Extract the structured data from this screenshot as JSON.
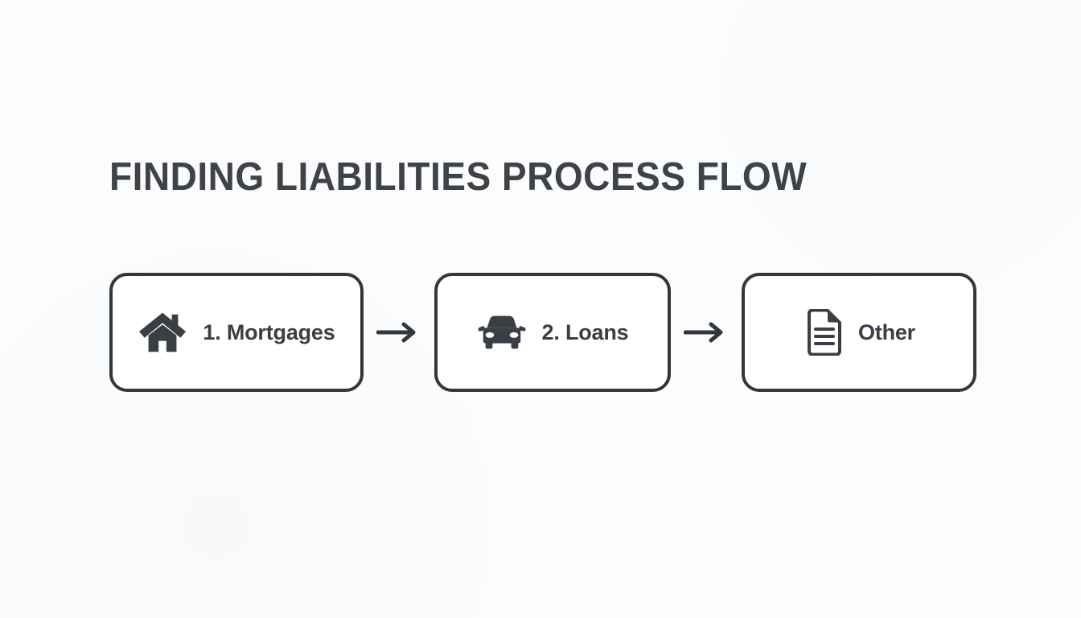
{
  "slide": {
    "title": "FINDING LIABILITIES PROCESS FLOW",
    "background_color": "#fdfdfe",
    "text_color": "#3e4348",
    "stroke_color": "#32373c"
  },
  "flow": {
    "nodes": [
      {
        "label": "1. Mortgages",
        "icon": "house-icon"
      },
      {
        "label": "2. Loans",
        "icon": "car-icon"
      },
      {
        "label": "Other",
        "icon": "document-icon"
      }
    ],
    "connectors": [
      {
        "icon": "arrow-right-icon"
      },
      {
        "icon": "arrow-right-icon"
      }
    ]
  }
}
